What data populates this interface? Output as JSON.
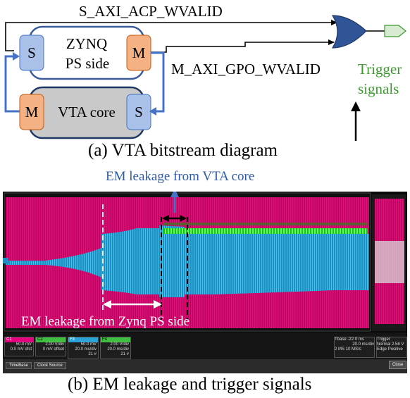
{
  "diagram": {
    "top_signal": "S_AXI_ACP_WVALID",
    "gpo_signal": "M_AXI_GPO_WVALID",
    "zynq_block": {
      "line1": "ZYNQ",
      "line2": "PS side",
      "left_port": "S",
      "right_port": "M"
    },
    "vta_block": {
      "title": "VTA core",
      "left_port": "M",
      "right_port": "S"
    },
    "trigger": {
      "line1": "Trigger",
      "line2": "signals"
    },
    "caption_a": "(a) VTA bitstream diagram"
  },
  "scope": {
    "annotation_vta": "EM leakage from VTA core",
    "annotation_zynq": "EM leakage from Zynq PS side",
    "marker_left": "C1",
    "marker_right": "C2",
    "channels": [
      {
        "id": "C1",
        "scale": "50.0 mV",
        "offset": "0.0 mV ofst",
        "color": "#e6007e"
      },
      {
        "id": "C2",
        "scale": "2.00 V/div",
        "offset": "0 mV offset",
        "color": "#3fbf3f"
      },
      {
        "id": "F3",
        "scale": "50.0 mV",
        "offset": "20.0 ms/div",
        "extra": "21 #",
        "color": "#2aa4d6"
      },
      {
        "id": "F4",
        "scale": "2.00 V/div",
        "offset": "20.0 ms/div",
        "extra": "21 #",
        "color": "#3fbf3f"
      }
    ],
    "timebase": {
      "label": "Tbase",
      "value": "-22.0 ms",
      "div": "20.0 ms/div",
      "rate": "2 MS",
      "srate": "10 MS/s"
    },
    "trigger_info": {
      "label": "Trigger",
      "mode": "Normal",
      "level": "2.58 V",
      "type": "Edge",
      "slope": "Positive"
    },
    "tabs": [
      "TimeBase",
      "Clock Source"
    ],
    "close": "Close",
    "caption_b": "(b) EM leakage and trigger signals"
  },
  "colors": {
    "block_fill": "#c9c9c9",
    "port_s": "#a9c1e8",
    "port_m": "#f4b183",
    "wire_blue": "#4472c4",
    "gate_blue": "#2f5597",
    "trigger_green": "#3c9a2f",
    "annotation_blue": "#2e5aa8",
    "trace_magenta": "#d6006e",
    "trace_cyan": "#2aa4d6",
    "trace_green": "#1fd01f"
  }
}
